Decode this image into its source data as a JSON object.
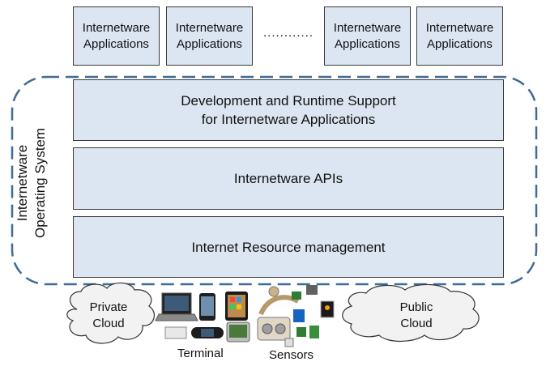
{
  "applications": [
    {
      "line1": "Internetware",
      "line2": "Applications"
    },
    {
      "line1": "Internetware",
      "line2": "Applications"
    },
    {
      "line1": "Internetware",
      "line2": "Applications"
    },
    {
      "line1": "Internetware",
      "line2": "Applications"
    }
  ],
  "ellipsis": "............",
  "os_label": {
    "line1": "Internetware",
    "line2": "Operating System"
  },
  "layers": [
    {
      "line1": "Development and Runtime Support",
      "line2": "for Internetware Applications"
    },
    {
      "line1": "Internetware APIs"
    },
    {
      "line1": "Internet Resource management"
    }
  ],
  "clouds": {
    "private": {
      "line1": "Private",
      "line2": "Cloud"
    },
    "public": {
      "line1": "Public",
      "line2": "Cloud"
    }
  },
  "devices": {
    "terminal": "Terminal",
    "sensors": "Sensors"
  }
}
